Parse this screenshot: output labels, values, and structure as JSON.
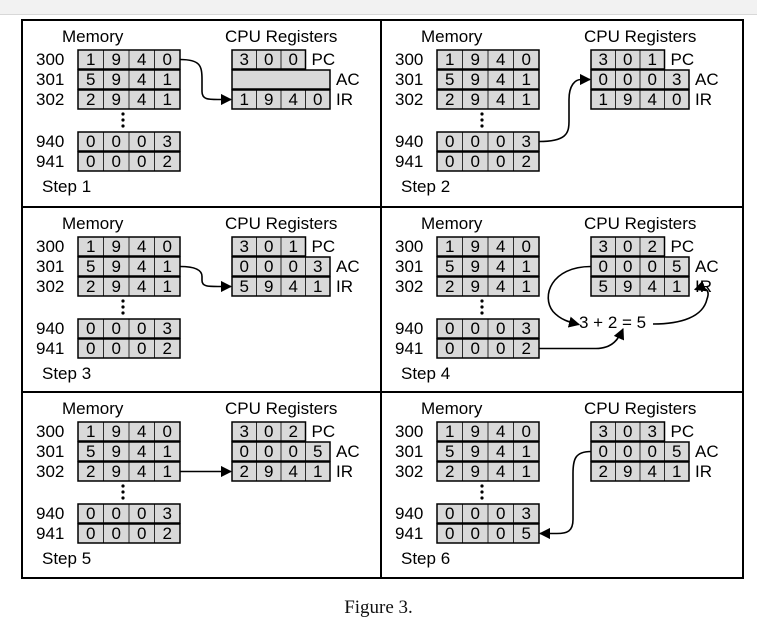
{
  "figure": {
    "caption": "Figure 3.",
    "memory_title": "Memory",
    "cpu_title": "CPU Registers",
    "register_names": [
      "PC",
      "AC",
      "IR"
    ],
    "colors": {
      "cell_fill": "#d9d9d9",
      "line": "#000000",
      "background": "#ffffff"
    }
  },
  "steps": [
    {
      "label": "Step 1",
      "memory": [
        [
          "300",
          "1940"
        ],
        [
          "301",
          "5941"
        ],
        [
          "302",
          "2941"
        ],
        [
          "940",
          "0003"
        ],
        [
          "941",
          "0002"
        ]
      ],
      "registers": {
        "PC": "300",
        "AC": "",
        "IR": "1940"
      }
    },
    {
      "label": "Step 2",
      "memory": [
        [
          "300",
          "1940"
        ],
        [
          "301",
          "5941"
        ],
        [
          "302",
          "2941"
        ],
        [
          "940",
          "0003"
        ],
        [
          "941",
          "0002"
        ]
      ],
      "registers": {
        "PC": "301",
        "AC": "0003",
        "IR": "1940"
      }
    },
    {
      "label": "Step 3",
      "memory": [
        [
          "300",
          "1940"
        ],
        [
          "301",
          "5941"
        ],
        [
          "302",
          "2941"
        ],
        [
          "940",
          "0003"
        ],
        [
          "941",
          "0002"
        ]
      ],
      "registers": {
        "PC": "301",
        "AC": "0003",
        "IR": "5941"
      }
    },
    {
      "label": "Step 4",
      "memory": [
        [
          "300",
          "1940"
        ],
        [
          "301",
          "5941"
        ],
        [
          "302",
          "2941"
        ],
        [
          "940",
          "0003"
        ],
        [
          "941",
          "0002"
        ]
      ],
      "registers": {
        "PC": "302",
        "AC": "0005",
        "IR": "5941"
      },
      "annotation": "3 + 2 = 5"
    },
    {
      "label": "Step 5",
      "memory": [
        [
          "300",
          "1940"
        ],
        [
          "301",
          "5941"
        ],
        [
          "302",
          "2941"
        ],
        [
          "940",
          "0003"
        ],
        [
          "941",
          "0002"
        ]
      ],
      "registers": {
        "PC": "302",
        "AC": "0005",
        "IR": "2941"
      }
    },
    {
      "label": "Step 6",
      "memory": [
        [
          "300",
          "1940"
        ],
        [
          "301",
          "5941"
        ],
        [
          "302",
          "2941"
        ],
        [
          "940",
          "0003"
        ],
        [
          "941",
          "0005"
        ]
      ],
      "registers": {
        "PC": "303",
        "AC": "0005",
        "IR": "2941"
      }
    }
  ]
}
